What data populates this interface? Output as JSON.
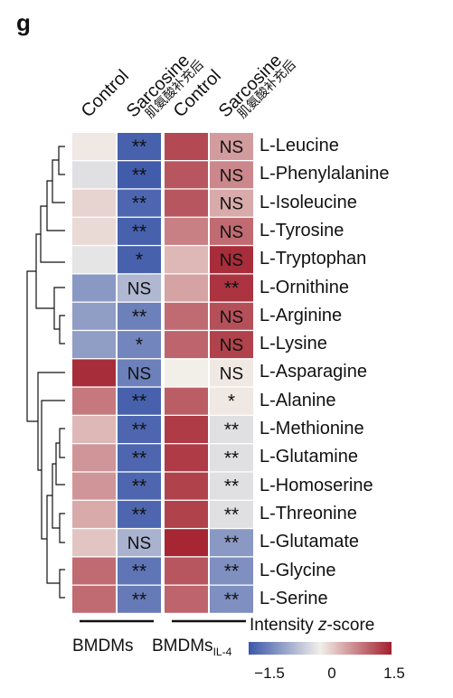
{
  "panel": "g",
  "chart_data": {
    "type": "heatmap",
    "columns": [
      "Control",
      "Sarcosine",
      "Control",
      "Sarcosine"
    ],
    "column_sublabels": [
      "",
      "肌氨酸补充后",
      "",
      "肌氨酸补充后"
    ],
    "groups": [
      {
        "label": "BMDMs",
        "subscript": "",
        "columns": [
          0,
          1
        ]
      },
      {
        "label": "BMDMs",
        "subscript": "IL-4",
        "columns": [
          2,
          3
        ]
      }
    ],
    "rows": [
      "L-Leucine",
      "L-Phenylalanine",
      "L-Isoleucine",
      "L-Tyrosine",
      "L-Tryptophan",
      "L-Ornithine",
      "L-Arginine",
      "L-Lysine",
      "L-Asparagine",
      "L-Alanine",
      "L-Methionine",
      "L-Glutamine",
      "L-Homoserine",
      "L-Threonine",
      "L-Glutamate",
      "L-Glycine",
      "L-Serine"
    ],
    "values": [
      [
        0.05,
        -1.4,
        1.2,
        0.6
      ],
      [
        -0.15,
        -1.45,
        1.1,
        0.75
      ],
      [
        0.2,
        -1.35,
        1.1,
        0.5
      ],
      [
        0.15,
        -1.4,
        0.8,
        0.95
      ],
      [
        -0.1,
        -1.4,
        0.4,
        1.4
      ],
      [
        -0.85,
        -0.55,
        0.55,
        1.35
      ],
      [
        -0.8,
        -1.1,
        0.95,
        1.15
      ],
      [
        -0.8,
        -1.05,
        1.0,
        1.25
      ],
      [
        1.4,
        -1.1,
        0.0,
        0.05
      ],
      [
        0.85,
        -1.4,
        1.05,
        0.05
      ],
      [
        0.4,
        -1.35,
        1.3,
        -0.15
      ],
      [
        0.65,
        -1.35,
        1.3,
        -0.15
      ],
      [
        0.65,
        -1.35,
        1.25,
        -0.15
      ],
      [
        0.5,
        -1.35,
        1.25,
        -0.15
      ],
      [
        0.3,
        -0.6,
        1.45,
        -0.85
      ],
      [
        0.95,
        -1.2,
        1.1,
        -0.95
      ],
      [
        0.95,
        -1.15,
        1.0,
        -0.95
      ]
    ],
    "annotations": [
      [
        "",
        "**",
        "",
        "NS"
      ],
      [
        "",
        "**",
        "",
        "NS"
      ],
      [
        "",
        "**",
        "",
        "NS"
      ],
      [
        "",
        "**",
        "",
        "NS"
      ],
      [
        "",
        "*",
        "",
        "NS"
      ],
      [
        "",
        "NS",
        "",
        "**"
      ],
      [
        "",
        "**",
        "",
        "NS"
      ],
      [
        "",
        "*",
        "",
        "NS"
      ],
      [
        "",
        "NS",
        "",
        "NS"
      ],
      [
        "",
        "**",
        "",
        "*"
      ],
      [
        "",
        "**",
        "",
        "**"
      ],
      [
        "",
        "**",
        "",
        "**"
      ],
      [
        "",
        "**",
        "",
        "**"
      ],
      [
        "",
        "**",
        "",
        "**"
      ],
      [
        "",
        "NS",
        "",
        "**"
      ],
      [
        "",
        "**",
        "",
        "**"
      ],
      [
        "",
        "**",
        "",
        "**"
      ]
    ],
    "colorbar": {
      "title_prefix": "Intensity ",
      "title_italic": "z",
      "title_suffix": "-score",
      "min": -1.5,
      "max": 1.5,
      "tick_labels": [
        "−1.5",
        "0",
        "1.5"
      ],
      "tick_values": [
        -1.5,
        0,
        1.5
      ],
      "colors": [
        "#3b57a8",
        "#f2efe9",
        "#a31f2d"
      ]
    },
    "dendrogram": "hierarchical clustering of rows (left)"
  }
}
